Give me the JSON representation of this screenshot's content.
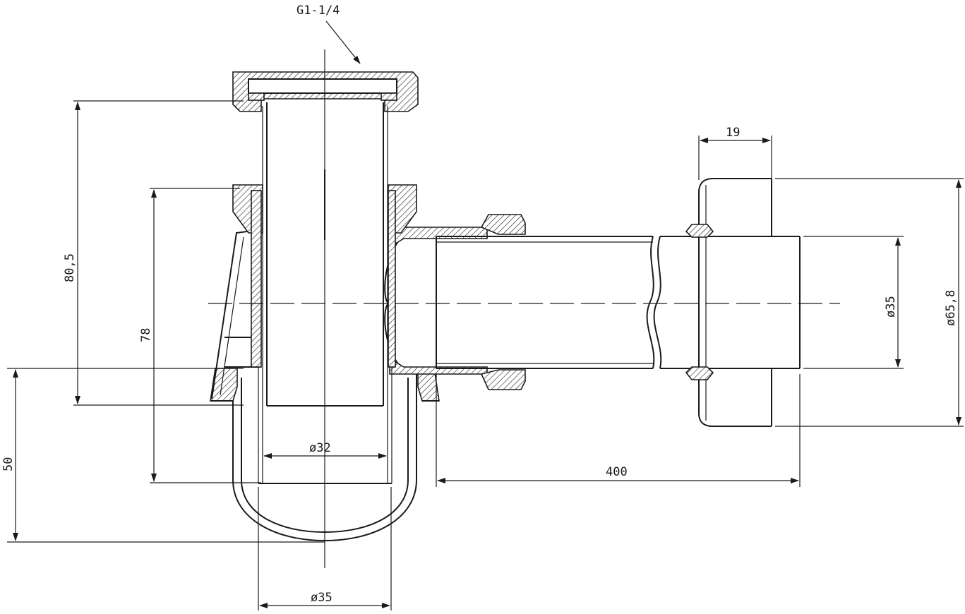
{
  "labels": {
    "thread": "G1-1/4",
    "height_top": "80,5",
    "height_mid": "78",
    "height_bottom": "50",
    "diameter_inner": "ø32",
    "diameter_bottom": "ø35",
    "arm_length": "400",
    "rosette_depth": "19",
    "pipe_diameter": "ø35",
    "rosette_diameter": "ø65,8"
  },
  "colors": {
    "line": "#1a1a1a",
    "background": "#ffffff"
  }
}
